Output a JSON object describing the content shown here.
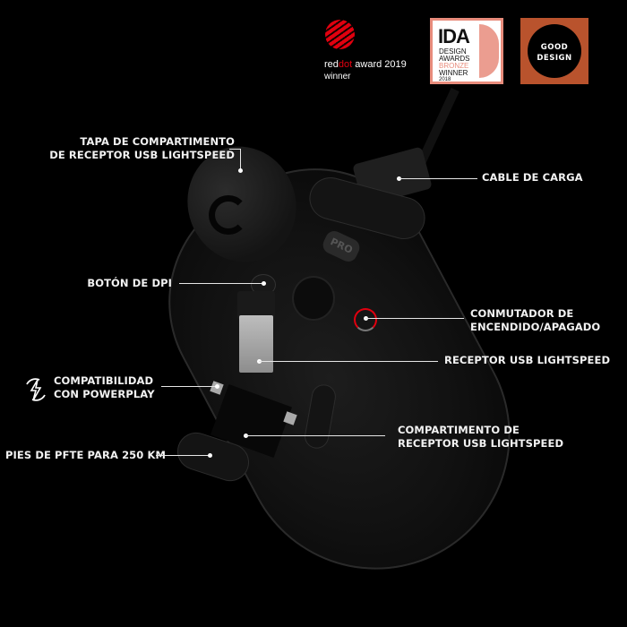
{
  "awards": {
    "reddot": {
      "prefix": "red",
      "highlight": "dot",
      "suffix": " award 2019",
      "subtitle": "winner",
      "color": "#e1000f"
    },
    "ida": {
      "title": "IDA",
      "lines": [
        "DESIGN",
        "AWARDS",
        "BRONZE",
        "WINNER",
        "2018"
      ],
      "accent": "#e88c7c"
    },
    "good_design": {
      "line1": "GOOD",
      "line2": "DESIGN",
      "color": "#b9532d"
    }
  },
  "product": {
    "badge": "PRO"
  },
  "callouts": {
    "cap": {
      "line1": "TAPA DE COMPARTIMENTO",
      "line2": "DE RECEPTOR USB LIGHTSPEED"
    },
    "cable": {
      "text": "CABLE DE CARGA"
    },
    "dpi": {
      "text": "BOTÓN DE DPI"
    },
    "switch": {
      "line1": "CONMUTADOR DE",
      "line2": "ENCENDIDO/APAGADO"
    },
    "receiver": {
      "text": "RECEPTOR USB LIGHTSPEED"
    },
    "powerplay": {
      "line1": "COMPATIBILIDAD",
      "line2": "CON POWERPLAY",
      "icon": "powerplay-lightning-icon"
    },
    "compartment": {
      "line1": "COMPARTIMENTO DE",
      "line2": "RECEPTOR USB LIGHTSPEED"
    },
    "feet": {
      "text": "PIES DE PFTE PARA 250 KM"
    }
  }
}
